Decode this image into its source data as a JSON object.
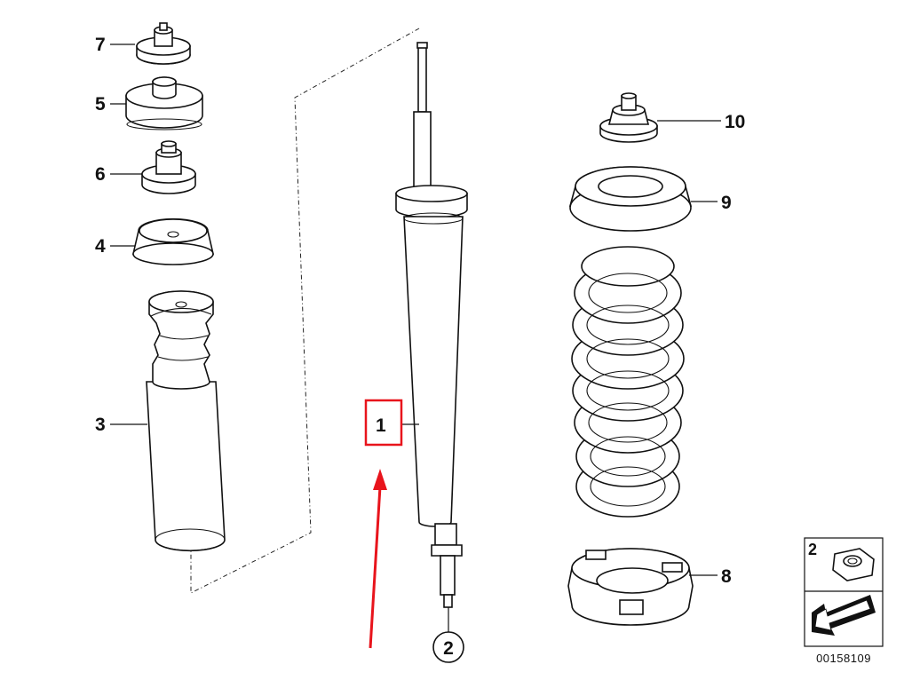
{
  "diagram": {
    "callouts": [
      {
        "id": "7",
        "label": "7"
      },
      {
        "id": "5",
        "label": "5"
      },
      {
        "id": "6",
        "label": "6"
      },
      {
        "id": "4",
        "label": "4"
      },
      {
        "id": "3",
        "label": "3"
      },
      {
        "id": "1",
        "label": "1"
      },
      {
        "id": "2",
        "label": "2"
      },
      {
        "id": "10",
        "label": "10"
      },
      {
        "id": "9",
        "label": "9"
      },
      {
        "id": "8",
        "label": "8"
      }
    ],
    "legend_box": {
      "label": "2"
    },
    "reference_number": "00158109",
    "highlight": {
      "target": "1",
      "color": "#e8141c"
    },
    "colors": {
      "line": "#111111",
      "highlight": "#e8141c",
      "background": "#ffffff"
    }
  }
}
